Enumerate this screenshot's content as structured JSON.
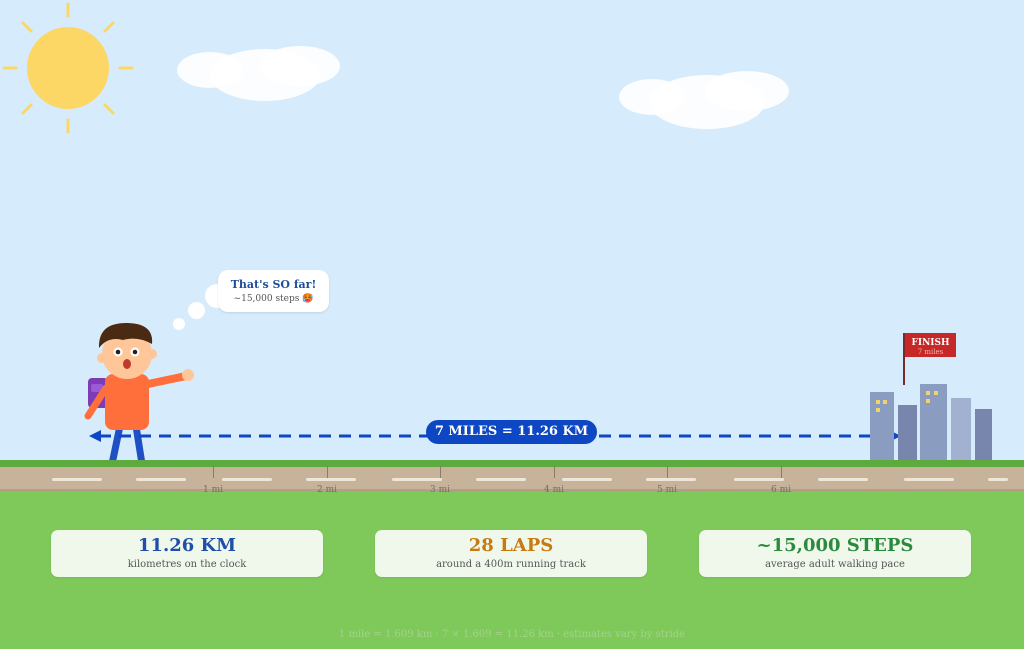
{
  "bubble": {
    "title": "That's SO far!",
    "subtitle": "~15,000 steps 🥵"
  },
  "banner": {
    "label": "7 MILES = 11.26 KM"
  },
  "finish": {
    "title": "FINISH",
    "subtitle": "7 miles"
  },
  "mile_markers": [
    "1 mi",
    "2 mi",
    "3 mi",
    "4 mi",
    "5 mi",
    "6 mi"
  ],
  "cards": [
    {
      "value": "11.26 KM",
      "label": "kilometres on the clock",
      "color": "#1f4fa8"
    },
    {
      "value": "28 LAPS",
      "label": "around a 400m running track",
      "color": "#c77a12"
    },
    {
      "value": "~15,000 STEPS",
      "label": "average adult walking pace",
      "color": "#2c8a3e"
    }
  ],
  "footer": "1 mile = 1.609 km  ·  7 × 1.609 = 11.26 km  ·  estimates vary by stride",
  "colors": {
    "sky": "#d6ebfb",
    "grass": "#7ec95a",
    "road": "#c7b39a",
    "banner": "#0d47c4",
    "flag": "#c62828",
    "sun": "#fcd765",
    "shirt": "#ff6f3c",
    "backpack": "#7e3bb8"
  }
}
